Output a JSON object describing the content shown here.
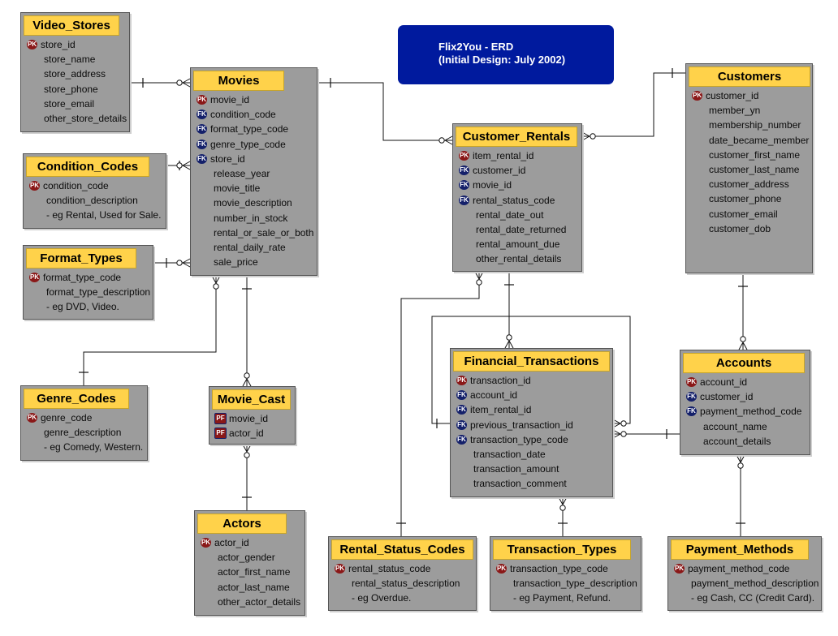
{
  "diagram": {
    "title": "Flix2You - ERD",
    "subtitle": "(Initial Design: July 2002)",
    "key_labels": {
      "pk": "PK",
      "fk": "FK",
      "pf": "PF"
    }
  },
  "entities": [
    {
      "id": "video-stores",
      "name": "Video_Stores",
      "attributes": [
        {
          "key": "pk",
          "name": "store_id"
        },
        {
          "key": "",
          "name": "store_name"
        },
        {
          "key": "",
          "name": "store_address"
        },
        {
          "key": "",
          "name": "store_phone"
        },
        {
          "key": "",
          "name": "store_email"
        },
        {
          "key": "",
          "name": "other_store_details"
        }
      ]
    },
    {
      "id": "movies",
      "name": "Movies",
      "attributes": [
        {
          "key": "pk",
          "name": "movie_id"
        },
        {
          "key": "fk",
          "name": "condition_code"
        },
        {
          "key": "fk",
          "name": "format_type_code"
        },
        {
          "key": "fk",
          "name": "genre_type_code"
        },
        {
          "key": "fk",
          "name": "store_id"
        },
        {
          "key": "",
          "name": "release_year"
        },
        {
          "key": "",
          "name": "movie_title"
        },
        {
          "key": "",
          "name": "movie_description"
        },
        {
          "key": "",
          "name": "number_in_stock"
        },
        {
          "key": "",
          "name": "rental_or_sale_or_both"
        },
        {
          "key": "",
          "name": "rental_daily_rate"
        },
        {
          "key": "",
          "name": "sale_price"
        }
      ]
    },
    {
      "id": "condition-codes",
      "name": "Condition_Codes",
      "attributes": [
        {
          "key": "pk",
          "name": "condition_code"
        },
        {
          "key": "",
          "name": "condition_description"
        },
        {
          "key": "",
          "name": " - eg Rental, Used for Sale."
        }
      ]
    },
    {
      "id": "format-types",
      "name": "Format_Types",
      "attributes": [
        {
          "key": "pk",
          "name": "format_type_code"
        },
        {
          "key": "",
          "name": "format_type_description"
        },
        {
          "key": "",
          "name": " - eg DVD, Video."
        }
      ]
    },
    {
      "id": "genre-codes",
      "name": "Genre_Codes",
      "attributes": [
        {
          "key": "pk",
          "name": "genre_code"
        },
        {
          "key": "",
          "name": "genre_description"
        },
        {
          "key": "",
          "name": " - eg Comedy, Western."
        }
      ]
    },
    {
      "id": "movie-cast",
      "name": "Movie_Cast",
      "attributes": [
        {
          "key": "pf",
          "name": "movie_id"
        },
        {
          "key": "pf",
          "name": "actor_id"
        }
      ]
    },
    {
      "id": "actors",
      "name": "Actors",
      "attributes": [
        {
          "key": "pk",
          "name": "actor_id"
        },
        {
          "key": "",
          "name": "actor_gender"
        },
        {
          "key": "",
          "name": "actor_first_name"
        },
        {
          "key": "",
          "name": "actor_last_name"
        },
        {
          "key": "",
          "name": "other_actor_details"
        }
      ]
    },
    {
      "id": "customer-rentals",
      "name": "Customer_Rentals",
      "attributes": [
        {
          "key": "pk",
          "name": "item_rental_id"
        },
        {
          "key": "fk",
          "name": "customer_id"
        },
        {
          "key": "fk",
          "name": "movie_id"
        },
        {
          "key": "fk",
          "name": "rental_status_code"
        },
        {
          "key": "",
          "name": "rental_date_out"
        },
        {
          "key": "",
          "name": "rental_date_returned"
        },
        {
          "key": "",
          "name": "rental_amount_due"
        },
        {
          "key": "",
          "name": "other_rental_details"
        }
      ]
    },
    {
      "id": "customers",
      "name": "Customers",
      "attributes": [
        {
          "key": "pk",
          "name": "customer_id"
        },
        {
          "key": "",
          "name": "member_yn"
        },
        {
          "key": "",
          "name": "membership_number"
        },
        {
          "key": "",
          "name": "date_became_member"
        },
        {
          "key": "",
          "name": "customer_first_name"
        },
        {
          "key": "",
          "name": "customer_last_name"
        },
        {
          "key": "",
          "name": "customer_address"
        },
        {
          "key": "",
          "name": "customer_phone"
        },
        {
          "key": "",
          "name": "customer_email"
        },
        {
          "key": "",
          "name": "customer_dob"
        }
      ]
    },
    {
      "id": "financial-transactions",
      "name": "Financial_Transactions",
      "attributes": [
        {
          "key": "pk",
          "name": "transaction_id"
        },
        {
          "key": "fk",
          "name": "account_id"
        },
        {
          "key": "fk",
          "name": "item_rental_id"
        },
        {
          "key": "fk",
          "name": "previous_transaction_id"
        },
        {
          "key": "fk",
          "name": "transaction_type_code"
        },
        {
          "key": "",
          "name": "transaction_date"
        },
        {
          "key": "",
          "name": "transaction_amount"
        },
        {
          "key": "",
          "name": "transaction_comment"
        }
      ]
    },
    {
      "id": "accounts",
      "name": "Accounts",
      "attributes": [
        {
          "key": "pk",
          "name": "account_id"
        },
        {
          "key": "fk",
          "name": "customer_id"
        },
        {
          "key": "fk",
          "name": "payment_method_code"
        },
        {
          "key": "",
          "name": "account_name"
        },
        {
          "key": "",
          "name": "account_details"
        }
      ]
    },
    {
      "id": "rental-status-codes",
      "name": "Rental_Status_Codes",
      "attributes": [
        {
          "key": "pk",
          "name": "rental_status_code"
        },
        {
          "key": "",
          "name": "rental_status_description"
        },
        {
          "key": "",
          "name": " - eg Overdue."
        }
      ]
    },
    {
      "id": "transaction-types",
      "name": "Transaction_Types",
      "attributes": [
        {
          "key": "pk",
          "name": "transaction_type_code"
        },
        {
          "key": "",
          "name": "transaction_type_description"
        },
        {
          "key": "",
          "name": " - eg Payment, Refund."
        }
      ]
    },
    {
      "id": "payment-methods",
      "name": "Payment_Methods",
      "attributes": [
        {
          "key": "pk",
          "name": "payment_method_code"
        },
        {
          "key": "",
          "name": "payment_method_description"
        },
        {
          "key": "",
          "name": " - eg Cash, CC (Credit Card)."
        }
      ]
    }
  ],
  "relationships": [
    {
      "from": "video-stores",
      "to": "movies"
    },
    {
      "from": "condition-codes",
      "to": "movies"
    },
    {
      "from": "format-types",
      "to": "movies"
    },
    {
      "from": "genre-codes",
      "to": "movies"
    },
    {
      "from": "movies",
      "to": "movie-cast"
    },
    {
      "from": "actors",
      "to": "movie-cast"
    },
    {
      "from": "movies",
      "to": "customer-rentals"
    },
    {
      "from": "customers",
      "to": "customer-rentals"
    },
    {
      "from": "rental-status-codes",
      "to": "customer-rentals"
    },
    {
      "from": "customer-rentals",
      "to": "financial-transactions"
    },
    {
      "from": "financial-transactions",
      "to": "financial-transactions"
    },
    {
      "from": "accounts",
      "to": "financial-transactions"
    },
    {
      "from": "transaction-types",
      "to": "financial-transactions"
    },
    {
      "from": "customers",
      "to": "accounts"
    },
    {
      "from": "payment-methods",
      "to": "accounts"
    }
  ]
}
